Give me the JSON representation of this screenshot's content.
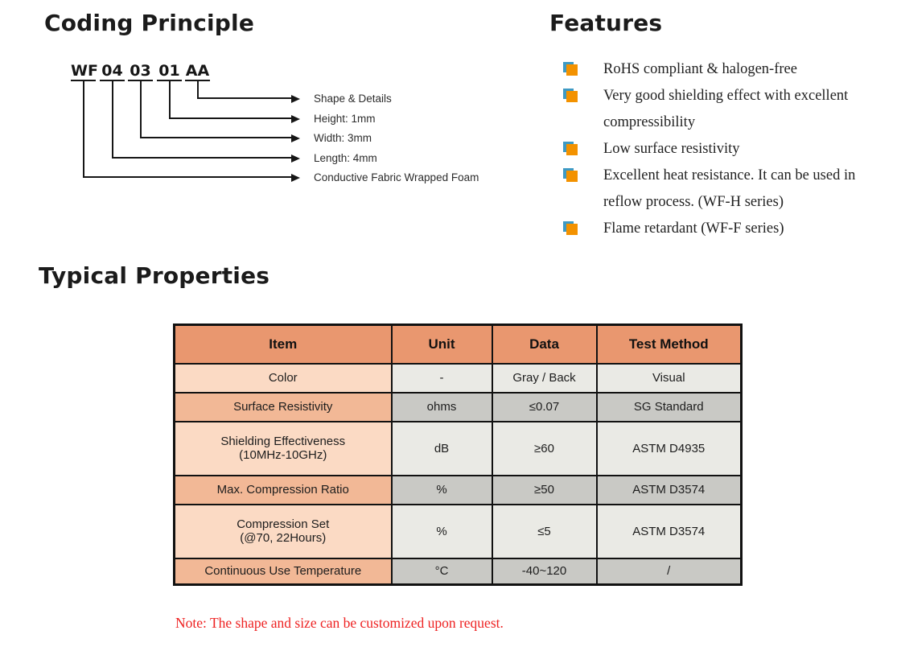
{
  "coding_principle": {
    "title": "Coding Principle",
    "code_segments": [
      "WF",
      "04",
      "03",
      "01",
      "AA"
    ],
    "labels": [
      "Shape & Details",
      "Height: 1mm",
      "Width: 3mm",
      "Length: 4mm",
      "Conductive Fabric Wrapped Foam"
    ]
  },
  "features": {
    "title": "Features",
    "bullet_colors": {
      "orange": "#f39200",
      "blue": "#3e9ac4"
    },
    "items": [
      "RoHS compliant & halogen-free",
      "Very good shielding effect with excellent compressibility",
      "Low surface resistivity",
      "Excellent heat resistance. It can be used in reflow process. (WF-H series)",
      "Flame retardant (WF-F series)"
    ]
  },
  "typical_properties": {
    "title": "Typical Properties",
    "table": {
      "headers": [
        "Item",
        "Unit",
        "Data",
        "Test Method"
      ],
      "rows": [
        {
          "item": "Color",
          "unit": "-",
          "data": "Gray / Back",
          "test_method": "Visual"
        },
        {
          "item": "Surface Resistivity",
          "unit": "ohms",
          "data": "≤0.07",
          "test_method": "SG Standard"
        },
        {
          "item": "Shielding Effectiveness\n(10MHz-10GHz)",
          "unit": "dB",
          "data": "≥60",
          "test_method": "ASTM D4935"
        },
        {
          "item": "Max. Compression Ratio",
          "unit": "%",
          "data": "≥50",
          "test_method": "ASTM D3574"
        },
        {
          "item": "Compression Set\n(@70, 22Hours)",
          "unit": "%",
          "data": "≤5",
          "test_method": "ASTM D3574"
        },
        {
          "item": "Continuous Use Temperature",
          "unit": "°C",
          "data": "-40~120",
          "test_method": "/"
        }
      ],
      "colors": {
        "header_bg": "#e9976f",
        "item_row_light": "#fbdac4",
        "item_row_medium": "#f2b896",
        "cell_row_light": "#eaeae5",
        "cell_row_medium": "#c9c9c5"
      }
    },
    "note": "Note: The shape and size can be customized upon request."
  }
}
